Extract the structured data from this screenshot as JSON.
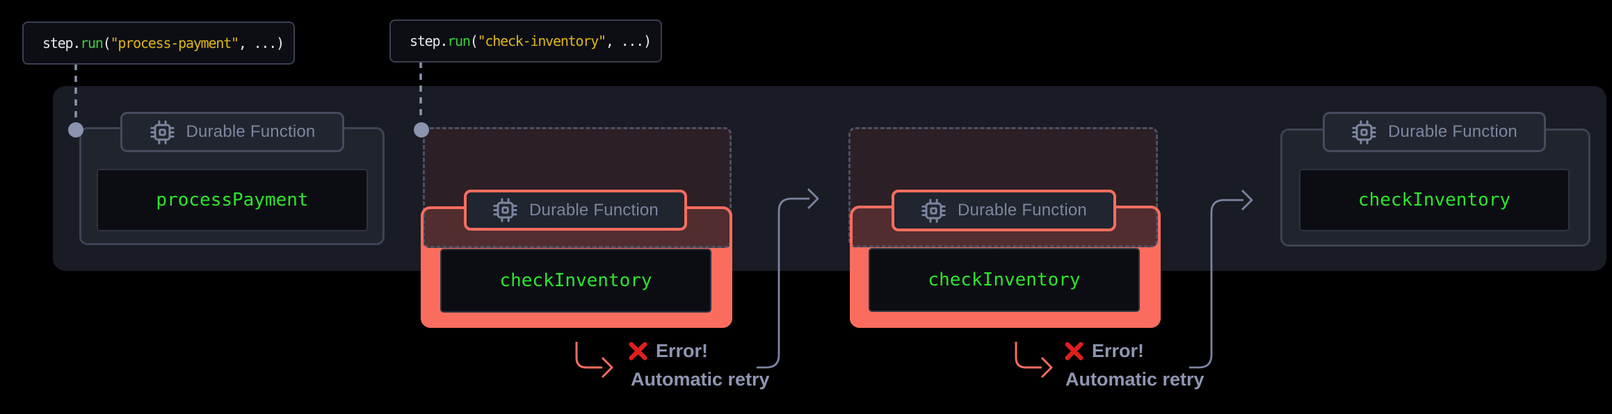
{
  "diagram": {
    "code_labels": [
      {
        "object": "step",
        "dot": ".",
        "method": "run",
        "paren_open": "(",
        "argument": "\"process-payment\"",
        "rest": ", ...)"
      },
      {
        "object": "step",
        "dot": ".",
        "method": "run",
        "paren_open": "(",
        "argument": "\"check-inventory\"",
        "rest": ", ...)"
      }
    ],
    "badge_label": "Durable Function",
    "steps": [
      {
        "function_name": "processPayment",
        "status": "success"
      },
      {
        "function_name": "checkInventory",
        "status": "error-retried"
      },
      {
        "function_name": "checkInventory",
        "status": "error-retried"
      },
      {
        "function_name": "checkInventory",
        "status": "success"
      }
    ],
    "error_label": "Error!",
    "retry_label": "Automatic retry",
    "icons": {
      "badge_icon": "cpu-chip-icon",
      "error_icon": "red-x-mark-icon",
      "connector": "dashed-line-with-dot",
      "arrows": "elbow-arrows"
    },
    "colors": {
      "background": "#000000",
      "panel": "#191c24",
      "card_border": "#3e4354",
      "accent_red": "#fa6d5e",
      "success_green": "#2ce52c",
      "connector_gray": "#8b93af",
      "error_x_red": "#e01e1e",
      "code_string_yellow": "#dfb517",
      "code_method_green": "#3ecf3e"
    }
  }
}
